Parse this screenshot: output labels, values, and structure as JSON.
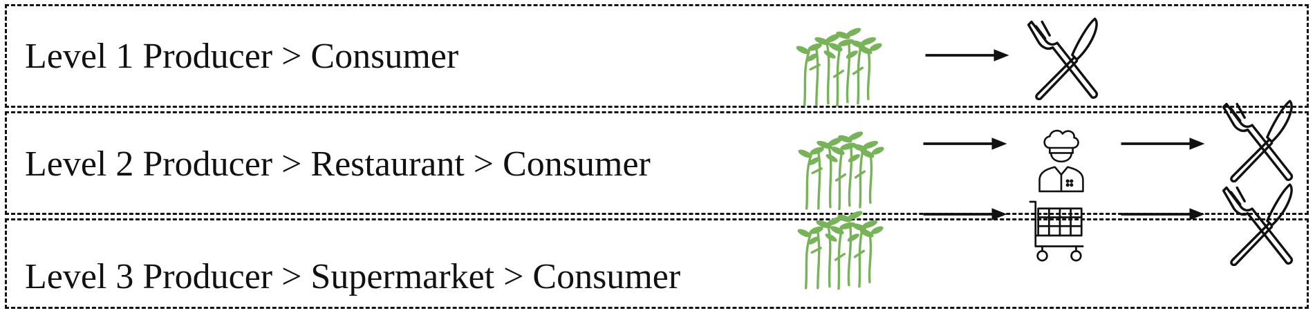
{
  "colors": {
    "sprout": "#78b35a",
    "ink": "#111111",
    "border": "#111111",
    "background": "#ffffff"
  },
  "levels": [
    {
      "label": "Level 1 Producer > Consumer",
      "flow": [
        "sprouts-icon",
        "arrow",
        "fork-knife-icon"
      ]
    },
    {
      "label": "Level 2 Producer > Restaurant > Consumer",
      "flow": [
        "sprouts-icon",
        "arrow",
        "chef-icon",
        "arrow",
        "fork-knife-icon"
      ]
    },
    {
      "label": "Level 3 Producer > Supermarket > Consumer",
      "flow": [
        "sprouts-icon",
        "arrow",
        "shopping-cart-icon",
        "arrow",
        "fork-knife-icon"
      ]
    }
  ]
}
